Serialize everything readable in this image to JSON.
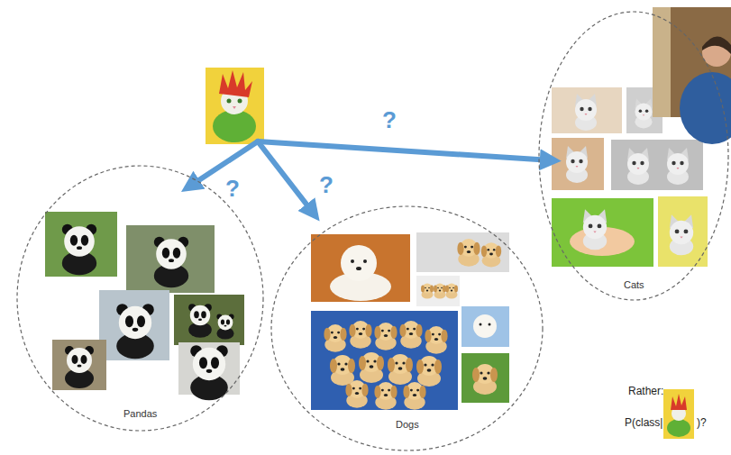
{
  "diagram": {
    "nodes": [
      {
        "text": [
          "Pandas"
        ]
      },
      {
        "text": [
          "Dogs"
        ]
      },
      {
        "text": [
          "Cats"
        ]
      }
    ],
    "labels": [
      "?",
      "?",
      "?",
      "Rather:",
      "P(class|",
      ")?"
    ]
  }
}
